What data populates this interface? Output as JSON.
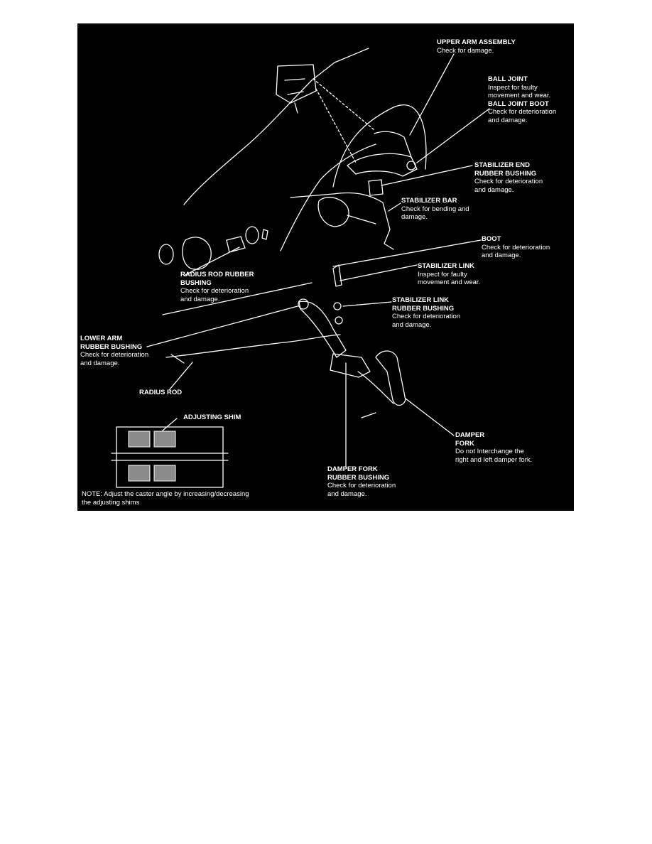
{
  "colors": {
    "page": "#ffffff",
    "figure_bg": "#000000",
    "line": "#ffffff",
    "fill_dark": "#000000",
    "fill_gray": "#8a8a8a"
  },
  "callouts": {
    "upper_arm_assembly": {
      "title": "UPPER ARM ASSEMBLY",
      "lines": [
        "Check for damage."
      ]
    },
    "ball_joint": {
      "title": "BALL JOINT",
      "lines": [
        "Inspect for faulty",
        "movement and wear."
      ]
    },
    "ball_joint_boot": {
      "title": "BALL JOINT BOOT",
      "lines": [
        "Check for deterioration",
        "and damage."
      ]
    },
    "stabilizer_end_bushing": {
      "title": "STABILIZER END",
      "title2": "RUBBER BUSHING",
      "lines": [
        "Check for deterioration",
        "and damage."
      ]
    },
    "stabilizer_bar": {
      "title": "STABILIZER BAR",
      "lines": [
        "Check for bending and",
        "damage."
      ]
    },
    "boot": {
      "title": "BOOT",
      "lines": [
        "Check for deterioration",
        "and damage."
      ]
    },
    "stabilizer_link": {
      "title": "STABILIZER LINK",
      "lines": [
        "Inspect for faulty",
        "movement and wear."
      ]
    },
    "stabilizer_link_bushing": {
      "title": "STABILIZER LINK",
      "title2": "RUBBER BUSHING",
      "lines": [
        "Check for deterioration",
        "and damage."
      ]
    },
    "radius_rod_bushing": {
      "title": "RADIUS ROD RUBBER",
      "title2": "BUSHING",
      "lines": [
        "Check for deterioration",
        "and damage."
      ]
    },
    "lower_arm_bushing": {
      "title": "LOWER ARM",
      "title2": "RUBBER BUSHING",
      "lines": [
        "Check for deterioration",
        "and damage."
      ]
    },
    "radius_rod": {
      "title": "RADIUS ROD"
    },
    "adjusting_shim": {
      "title": "ADJUSTING SHIM"
    },
    "damper_fork": {
      "title": "DAMPER",
      "title2": "FORK",
      "lines": [
        "Do not Interchange the",
        "right and left damper fork."
      ]
    },
    "damper_fork_bushing": {
      "title": "DAMPER FORK",
      "title2": "RUBBER BUSHING",
      "lines": [
        "Check for deterioration",
        "and damage."
      ]
    }
  },
  "note": {
    "line1": "NOTE:  Adjust the caster angle by increasing/decreasing",
    "line2": "the adjusting shims"
  }
}
